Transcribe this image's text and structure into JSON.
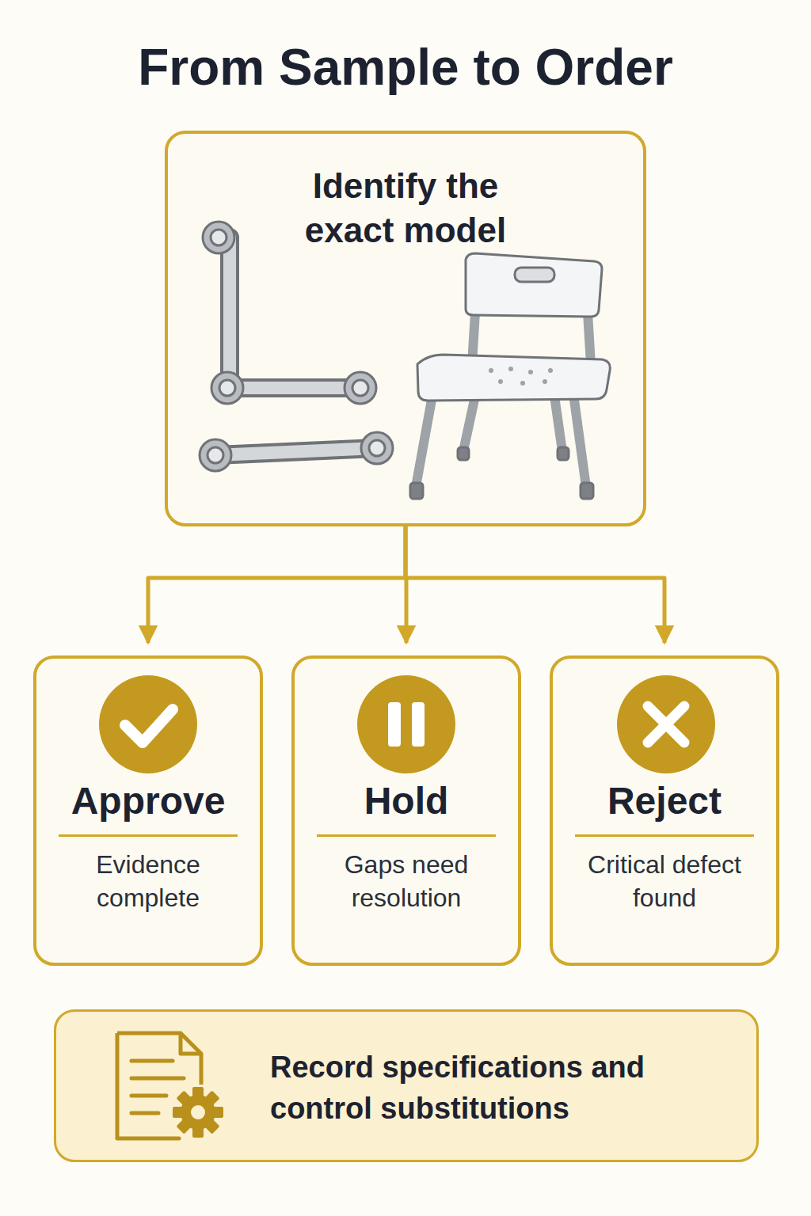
{
  "diagram": {
    "title": "From Sample to Order",
    "nodes": [
      {
        "text": [
          "Identify the exact model"
        ]
      },
      {
        "text": [
          "Approve",
          "Evidence complete"
        ]
      },
      {
        "text": [
          "Hold",
          "Gaps need resolution"
        ]
      },
      {
        "text": [
          "Reject",
          "Critical defect found"
        ]
      },
      {
        "text": [
          "Record specifications and control substitutions"
        ]
      }
    ],
    "edges": [
      {
        "from": 0,
        "to": 1,
        "arrow": "to"
      },
      {
        "from": 0,
        "to": 2,
        "arrow": "to"
      },
      {
        "from": 0,
        "to": 3,
        "arrow": "to"
      }
    ]
  }
}
